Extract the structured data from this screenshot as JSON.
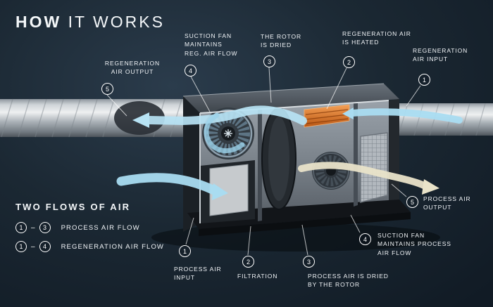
{
  "title": {
    "bold": "HOW",
    "light": " IT WORKS"
  },
  "colors": {
    "background": "#1b2833",
    "flow_blue": "#a9dcf1",
    "flow_cream": "#e9e3c9",
    "heater_orange": "#e07a2e",
    "text": "#ffffff"
  },
  "legend": {
    "title": "TWO FLOWS OF AIR",
    "rows": [
      {
        "from": "1",
        "dash": "–",
        "to": "3",
        "label": "PROCESS AIR FLOW"
      },
      {
        "from": "1",
        "dash": "–",
        "to": "4",
        "label": "REGENERATION AIR FLOW"
      }
    ]
  },
  "callouts": [
    {
      "num": "5",
      "label": "REGENERATION\nAIR OUTPUT"
    },
    {
      "num": "4",
      "label": "SUCTION FAN\nMAINTAINS\nREG. AIR FLOW"
    },
    {
      "num": "3",
      "label": "THE ROTOR\nIS DRIED"
    },
    {
      "num": "2",
      "label": "REGENERATION AIR\nIS HEATED"
    },
    {
      "num": "1",
      "label": "REGENERATION\nAIR INPUT"
    },
    {
      "num": "5",
      "label": "PROCESS AIR\nOUTPUT"
    },
    {
      "num": "4",
      "label": "SUCTION FAN\nMAINTAINS PROCESS\nAIR FLOW"
    },
    {
      "num": "3",
      "label": "PROCESS AIR IS DRIED\nBY THE ROTOR"
    },
    {
      "num": "2",
      "label": "FILTRATION"
    },
    {
      "num": "1",
      "label": "PROCESS AIR\nINPUT"
    }
  ]
}
